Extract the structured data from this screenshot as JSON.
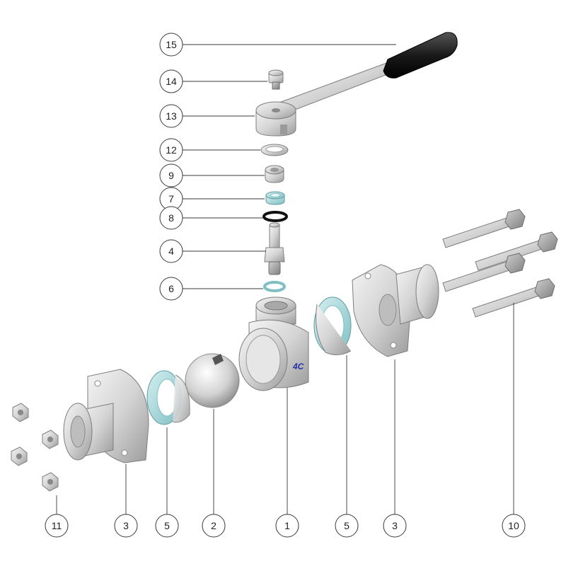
{
  "callouts": [
    {
      "id": "c15",
      "label": "15"
    },
    {
      "id": "c14",
      "label": "14"
    },
    {
      "id": "c13",
      "label": "13"
    },
    {
      "id": "c12",
      "label": "12"
    },
    {
      "id": "c9",
      "label": "9"
    },
    {
      "id": "c7",
      "label": "7"
    },
    {
      "id": "c8",
      "label": "8"
    },
    {
      "id": "c4",
      "label": "4"
    },
    {
      "id": "c6",
      "label": "6"
    },
    {
      "id": "c11",
      "label": "11"
    },
    {
      "id": "c3a",
      "label": "3"
    },
    {
      "id": "c5a",
      "label": "5"
    },
    {
      "id": "c2",
      "label": "2"
    },
    {
      "id": "c1",
      "label": "1"
    },
    {
      "id": "c5b",
      "label": "5"
    },
    {
      "id": "c3b",
      "label": "3"
    },
    {
      "id": "c10",
      "label": "10"
    }
  ],
  "body_logo": "4C",
  "colors": {
    "steel": "#d9d9d9",
    "seal": "#a9d9dc",
    "handle_grip": "#1c1c1c",
    "logo": "#2233aa"
  }
}
